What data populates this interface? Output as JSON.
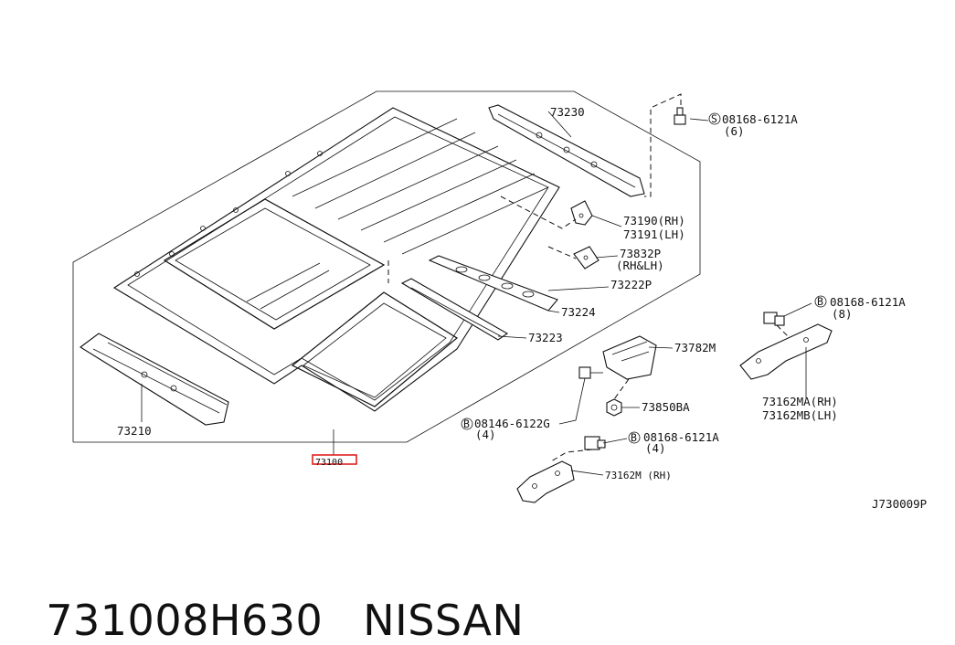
{
  "diagram": {
    "callouts": {
      "p73230": "73230",
      "s08168_a": "08168-6121A",
      "s08168_a_qty": "(6)",
      "s_marker": "S",
      "p73190": "73190(RH)",
      "p73191": "73191(LH)",
      "p73832": "73832P",
      "p73832_side": "(RH&LH)",
      "p73222": "73222P",
      "p73224": "73224",
      "p73223": "73223",
      "p73210": "73210",
      "p73100": "73100",
      "p73782": "73782M",
      "p73850": "73850BA",
      "b08146": "08146-6122G",
      "b08146_qty": "(4)",
      "b_marker": "B",
      "b08168_mid": "08168-6121A",
      "b08168_mid_qty": "(4)",
      "p73162m": "73162M (RH)",
      "b08168_right": "08168-6121A",
      "b08168_right_qty": "(8)",
      "p73162ma": "73162MA(RH)",
      "p73162mb": "73162MB(LH)",
      "drawing_code": "J730009P"
    },
    "highlight_color": "#e0201e"
  },
  "footer": {
    "part_number": "731008H630",
    "brand": "NISSAN"
  }
}
